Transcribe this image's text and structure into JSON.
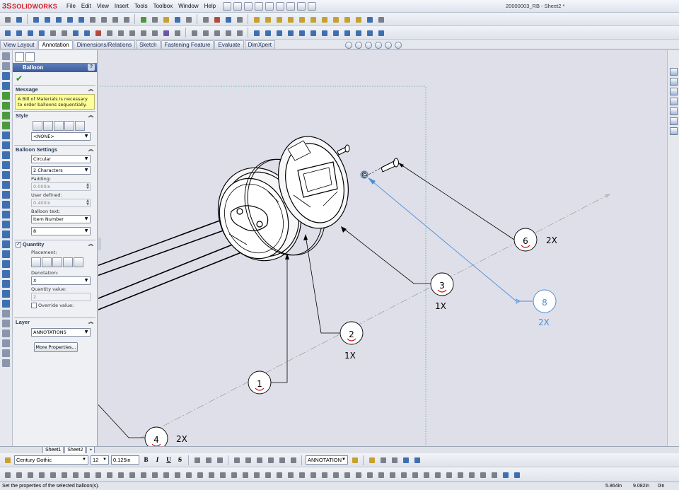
{
  "app": {
    "logo_text": "SOLIDWORKS",
    "doc_title": "20000003_RB - Sheet2 *"
  },
  "menus": [
    "File",
    "Edit",
    "View",
    "Insert",
    "Tools",
    "Toolbox",
    "Window",
    "Help"
  ],
  "command_tabs": [
    "View Layout",
    "Annotation",
    "Dimensions/Relations",
    "Sketch",
    "Fastening Feature",
    "Evaluate",
    "DimXpert"
  ],
  "active_command_tab": "Annotation",
  "property_manager": {
    "title": "Balloon",
    "help": "?",
    "message_group": "Message",
    "message": "A Bill of Materials is necessary to order balloons sequentially.",
    "style_group": "Style",
    "style_value": "<NONE>",
    "balloon_settings_group": "Balloon Settings",
    "shape_value": "Circular",
    "size_value": "2 Characters",
    "padding_label": "Padding:",
    "padding_value": "0.000in",
    "user_defined_label": "User defined:",
    "user_defined_value": "0.400in",
    "balloon_text_label": "Balloon text:",
    "balloon_text_value": "Item Number",
    "lower_value": "8",
    "quantity_group": "Quantity",
    "placement_label": "Placement:",
    "denotation_label": "Denotation:",
    "denotation_value": "X",
    "quantity_value_label": "Quantity value:",
    "quantity_value": "2",
    "override_label": "Override value:",
    "layer_group": "Layer",
    "layer_value": "ANNOTATIONS",
    "more_properties": "More Properties..."
  },
  "sheet_tabs": [
    "Sheet1",
    "Sheet2"
  ],
  "active_sheet": "Sheet2",
  "format_bar": {
    "font": "Century Gothic",
    "size": "12",
    "height": "0.125in",
    "layer": "ANNOTATION",
    "bold": "B",
    "italic": "I",
    "underline": "U",
    "strike": "S"
  },
  "balloons": [
    {
      "number": "1",
      "qty": ""
    },
    {
      "number": "2",
      "qty": "1X"
    },
    {
      "number": "3",
      "qty": "1X"
    },
    {
      "number": "4",
      "qty": "2X"
    },
    {
      "number": "6",
      "qty": "2X"
    },
    {
      "number": "8",
      "qty": "2X"
    }
  ],
  "status": {
    "message": "Set the properties of the selected balloon(s).",
    "x": "5.864in",
    "y": "9.082in",
    "z": "0in"
  },
  "colors": {
    "selected_balloon": "#4a90d9",
    "balloon": "#000000",
    "panel_header": "#3b5c99",
    "message_bg": "#ffff99"
  }
}
